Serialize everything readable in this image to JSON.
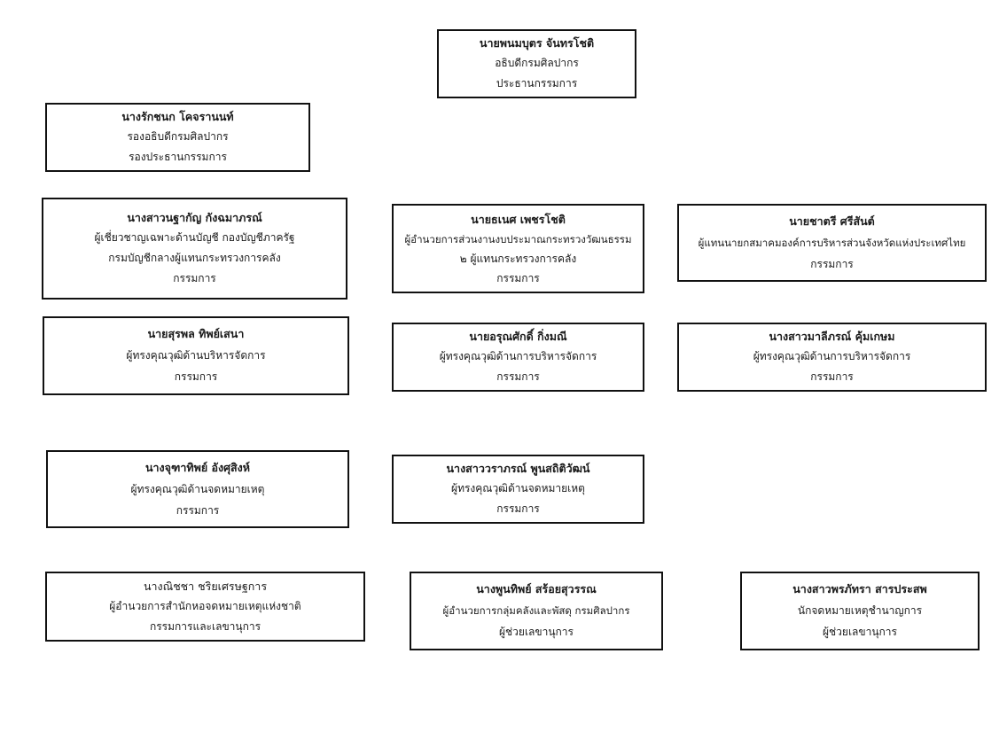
{
  "members": [
    {
      "name": "นายพนมบุตร จันทรโชติ",
      "lines": [
        "อธิบดีกรมศิลปากร",
        "ประธานกรรมการ"
      ]
    },
    {
      "name": "นางรักชนก โคจรานนท์",
      "lines": [
        "รองอธิบดีกรมศิลปากร",
        "รองประธานกรรมการ"
      ]
    },
    {
      "name": "นางสาวนฐากัญ กังฉมาภรณ์",
      "lines": [
        "ผู้เชี่ยวชาญเฉพาะด้านบัญชี กองบัญชีภาครัฐ",
        "กรมบัญชีกลางผู้แทนกระทรวงการคลัง",
        "กรรมการ"
      ]
    },
    {
      "name": "นายธเนศ เพชรโชติ",
      "lines": [
        "ผู้อำนวยการส่วนงานงบประมาณกระทรวงวัฒนธรรม",
        "๒ ผู้แทนกระทรวงการคลัง",
        "กรรมการ"
      ]
    },
    {
      "name": "นายชาตรี ศรีสันต์",
      "lines": [
        "ผู้แทนนายกสมาคมองค์การบริหารส่วนจังหวัดแห่งประเทศไทย",
        "กรรมการ"
      ]
    },
    {
      "name": "นายสุรพล  ทิพย์เสนา",
      "lines": [
        "ผู้ทรงคุณวุฒิด้านบริหารจัดการ",
        "กรรมการ"
      ]
    },
    {
      "name": "นายอรุณศักดิ์ กิ่งมณี",
      "lines": [
        "ผู้ทรงคุณวุฒิด้านการบริหารจัดการ",
        "กรรมการ"
      ]
    },
    {
      "name": "นางสาวมาลีภรณ์ คุ้มเกษม",
      "lines": [
        "ผู้ทรงคุณวุฒิด้านการบริหารจัดการ",
        "กรรมการ"
      ]
    },
    {
      "name": "นางจุฑาทิพย์  อังศุสิงห์",
      "lines": [
        "ผู้ทรงคุณวุฒิด้านจดหมายเหตุ",
        "กรรมการ"
      ]
    },
    {
      "name": "นางสาววราภรณ์ พูนสถิติวัฒน์",
      "lines": [
        "ผู้ทรงคุณวุฒิด้านจดหมายเหตุ",
        "กรรมการ"
      ]
    },
    {
      "name": "นางณิชชา ชริยเศรษฐการ",
      "lines": [
        "ผู้อำนวยการสำนักหอจดหมายเหตุแห่งชาติ",
        "กรรมการและเลขานุการ"
      ]
    },
    {
      "name": "นางพูนทิพย์  สร้อยสุวรรณ",
      "lines": [
        "ผู้อำนวยการกลุ่มคลังและพัสดุ กรมศิลปากร",
        "ผู้ช่วยเลขานุการ"
      ]
    },
    {
      "name": "นางสาวพรภัทรา  สารประสพ",
      "lines": [
        "นักจดหมายเหตุชำนาญการ",
        "ผู้ช่วยเลขานุการ"
      ]
    }
  ]
}
